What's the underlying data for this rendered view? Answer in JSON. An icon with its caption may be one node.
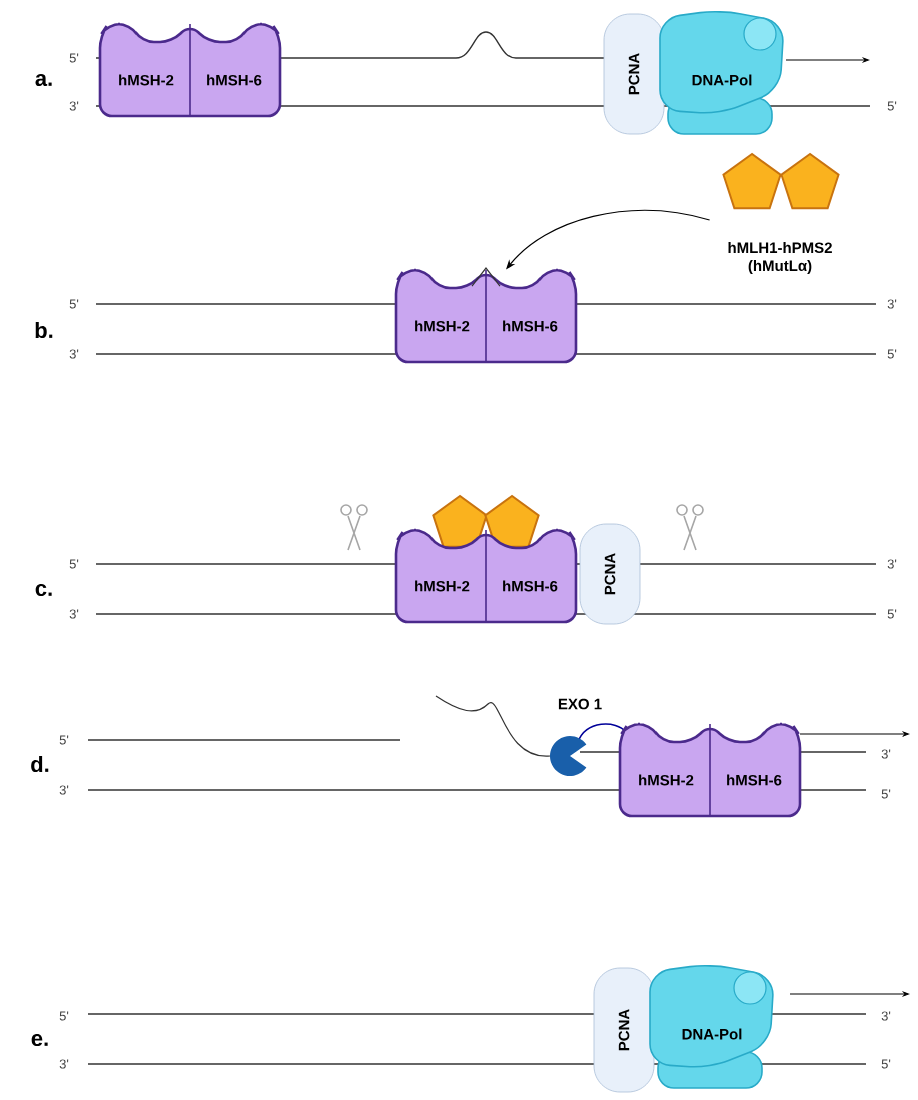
{
  "diagram": {
    "nodes": [
      {
        "text": [
          "hMSH-2",
          "hMSH-6"
        ]
      },
      {
        "text": [
          "PCNA"
        ]
      },
      {
        "text": [
          "DNA-Pol"
        ]
      },
      {
        "text": [
          "hMLH1-hPMS2 (hMutLα)"
        ]
      },
      {
        "text": [
          "hMSH-2",
          "hMSH-6"
        ]
      },
      {
        "text": [],
        "shape": "pentagon"
      },
      {
        "text": [
          "hMSH-2",
          "hMSH-6"
        ]
      },
      {
        "text": [
          "PCNA"
        ]
      },
      {
        "text": [
          "EXO 1"
        ]
      },
      {
        "text": [
          "hMSH-2",
          "hMSH-6"
        ]
      },
      {
        "text": [
          "PCNA"
        ]
      },
      {
        "text": [
          "DNA-Pol"
        ]
      }
    ],
    "edges": [
      {
        "from": 3,
        "to": 4,
        "arrow": "to"
      }
    ],
    "labels": [
      "a.",
      "5'",
      "3'",
      "5'",
      "b.",
      "5'",
      "3'",
      "3'",
      "5'",
      "c.",
      "5'",
      "3'",
      "3'",
      "5'",
      "d.",
      "5'",
      "3'",
      "3'",
      "5'",
      "e.",
      "5'",
      "3'",
      "3'",
      "5'"
    ]
  }
}
